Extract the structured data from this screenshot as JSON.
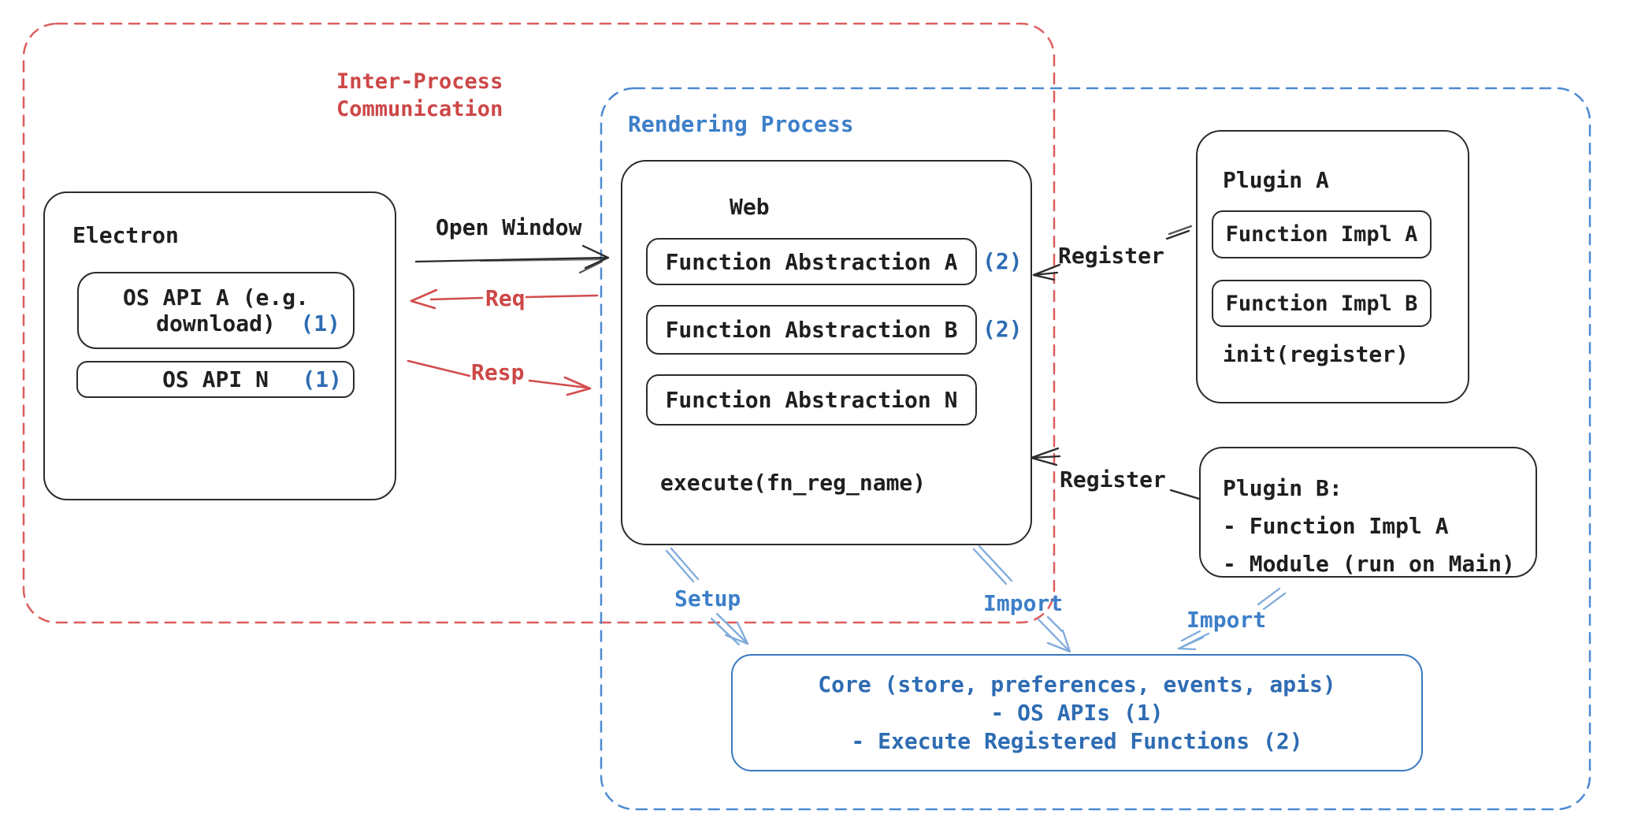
{
  "ipc": {
    "title_line1": "Inter-Process",
    "title_line2": "Communication"
  },
  "rendering": {
    "title": "Rendering Process"
  },
  "electron": {
    "title": "Electron",
    "api_a": {
      "line1": "OS API A (e.g.",
      "line2": "download)",
      "badge": "(1)"
    },
    "api_n": {
      "label": "OS API N",
      "badge": "(1)"
    }
  },
  "flows": {
    "open_window": "Open Window",
    "req": "Req",
    "resp": "Resp",
    "register_plugin_a": "Register",
    "register_plugin_b": "Register",
    "setup": "Setup",
    "import_web": "Import",
    "import_plugin_b": "Import"
  },
  "web": {
    "title": "Web",
    "functions": [
      {
        "label": "Function Abstraction A",
        "badge": "(2)"
      },
      {
        "label": "Function Abstraction B",
        "badge": "(2)"
      },
      {
        "label": "Function Abstraction N"
      }
    ],
    "execute_label": "execute(fn_reg_name)"
  },
  "plugin_a": {
    "title": "Plugin A",
    "impl_a": "Function Impl A",
    "impl_b": "Function Impl B",
    "init_label": "init(register)"
  },
  "plugin_b": {
    "title": "Plugin B:",
    "item_1": "- Function Impl A",
    "item_2": "- Module (run on Main)"
  },
  "core": {
    "line1": "Core (store, preferences, events, apis)",
    "line2": "- OS APIs (1)",
    "line3": "- Execute Registered Functions (2)"
  },
  "colors": {
    "red_accent": "#cd4747",
    "blue_accent": "#3d7fc9",
    "blue_deep": "#2e6cb3",
    "ink": "#1f1f1f"
  }
}
